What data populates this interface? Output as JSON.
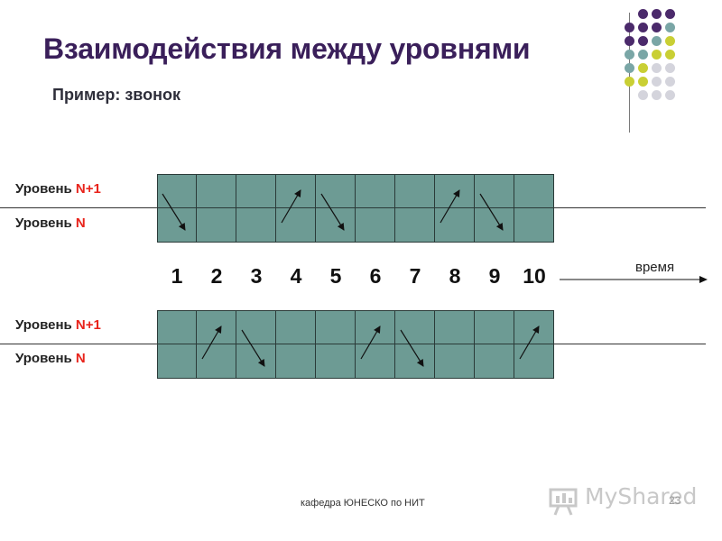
{
  "slide": {
    "title": "Взаимодействия между уровнями",
    "subtitle": "Пример: звонок",
    "footer": "кафедра ЮНЕСКО по НИТ",
    "page_number": "23",
    "watermark": "MyShared"
  },
  "diagram_top": {
    "label_upper_prefix": "Уровень ",
    "label_upper_accent": "N+1",
    "label_lower_prefix": "Уровень ",
    "label_lower_accent": "N",
    "arrows": [
      {
        "slot": 1,
        "direction": "down"
      },
      {
        "slot": 4,
        "direction": "up"
      },
      {
        "slot": 5,
        "direction": "down"
      },
      {
        "slot": 8,
        "direction": "up"
      },
      {
        "slot": 9,
        "direction": "down"
      }
    ]
  },
  "timeline": {
    "ticks": [
      "1",
      "2",
      "3",
      "4",
      "5",
      "6",
      "7",
      "8",
      "9",
      "10"
    ],
    "label": "время"
  },
  "diagram_bottom": {
    "label_upper_prefix": "Уровень ",
    "label_upper_accent": "N+1",
    "label_lower_prefix": "Уровень ",
    "label_lower_accent": "N",
    "arrows": [
      {
        "slot": 2,
        "direction": "up"
      },
      {
        "slot": 3,
        "direction": "down"
      },
      {
        "slot": 6,
        "direction": "up"
      },
      {
        "slot": 7,
        "direction": "down"
      },
      {
        "slot": 10,
        "direction": "up"
      }
    ]
  },
  "colors": {
    "title": "#3a1f5a",
    "accent_label": "#e8231b",
    "cell_fill": "#6d9b94",
    "dot_purple": "#4b2a6b",
    "dot_teal": "#7aa6a6",
    "dot_lime": "#c9cf34",
    "dot_grey": "#d4d4dc"
  },
  "icons": {
    "decor": "dot-grid",
    "watermark_icon": "presentation-board-icon"
  }
}
